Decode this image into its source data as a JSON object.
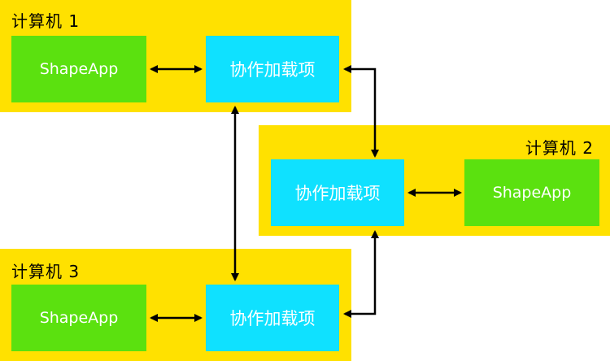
{
  "colors": {
    "computer_bg": "#FFE100",
    "app_bg": "#5BE10F",
    "addin_bg": "#0FE1FF",
    "connector": "#000000"
  },
  "computers": [
    {
      "label": "计算机 1",
      "app_label": "ShapeApp",
      "addin_label": "协作加载项"
    },
    {
      "label": "计算机 2",
      "app_label": "ShapeApp",
      "addin_label": "协作加载项"
    },
    {
      "label": "计算机 3",
      "app_label": "ShapeApp",
      "addin_label": "协作加载项"
    }
  ],
  "connections": [
    {
      "from": "computer-1-app",
      "to": "computer-1-addin",
      "type": "bidirectional"
    },
    {
      "from": "computer-1-addin",
      "to": "computer-2-addin",
      "type": "bidirectional"
    },
    {
      "from": "computer-1-addin",
      "to": "computer-3-addin",
      "type": "bidirectional"
    },
    {
      "from": "computer-2-addin",
      "to": "computer-2-app",
      "type": "bidirectional"
    },
    {
      "from": "computer-3-app",
      "to": "computer-3-addin",
      "type": "bidirectional"
    },
    {
      "from": "computer-3-addin",
      "to": "computer-2-addin",
      "type": "bidirectional"
    }
  ]
}
